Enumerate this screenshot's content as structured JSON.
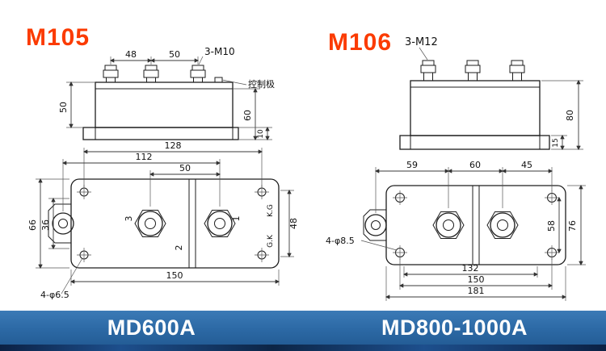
{
  "titles": {
    "left": "M105",
    "right": "M106"
  },
  "m105": {
    "bolt_label": "3-M10",
    "control_label": "控制极",
    "dim_top_48": "48",
    "dim_top_50": "50",
    "dim_body_height": "50",
    "dim_total_height": "60",
    "dim_flange": "10",
    "dim_128": "128",
    "dim_112": "112",
    "dim_50": "50",
    "dim_66": "66",
    "dim_36": "36",
    "dim_48": "48",
    "dim_150": "150",
    "hole_label": "4-φ6.5",
    "terminal_1": "1",
    "terminal_2": "2",
    "terminal_3": "3",
    "marking_top": "K.G",
    "marking_bottom": "G.K"
  },
  "m106": {
    "bolt_label": "3-M12",
    "dim_total_height": "80",
    "dim_flange": "15",
    "dim_59": "59",
    "dim_60": "60",
    "dim_45": "45",
    "dim_58": "58",
    "dim_76": "76",
    "dim_132": "132",
    "dim_150": "150",
    "dim_181": "181",
    "hole_label": "4-φ8.5"
  },
  "footer": {
    "left_model": "MD600A",
    "right_model": "MD800-1000A"
  },
  "colors": {
    "title_orange": "#fb3b00",
    "footer_blue": "#2c69a5",
    "footer_strip_dark": "#0b2144"
  }
}
